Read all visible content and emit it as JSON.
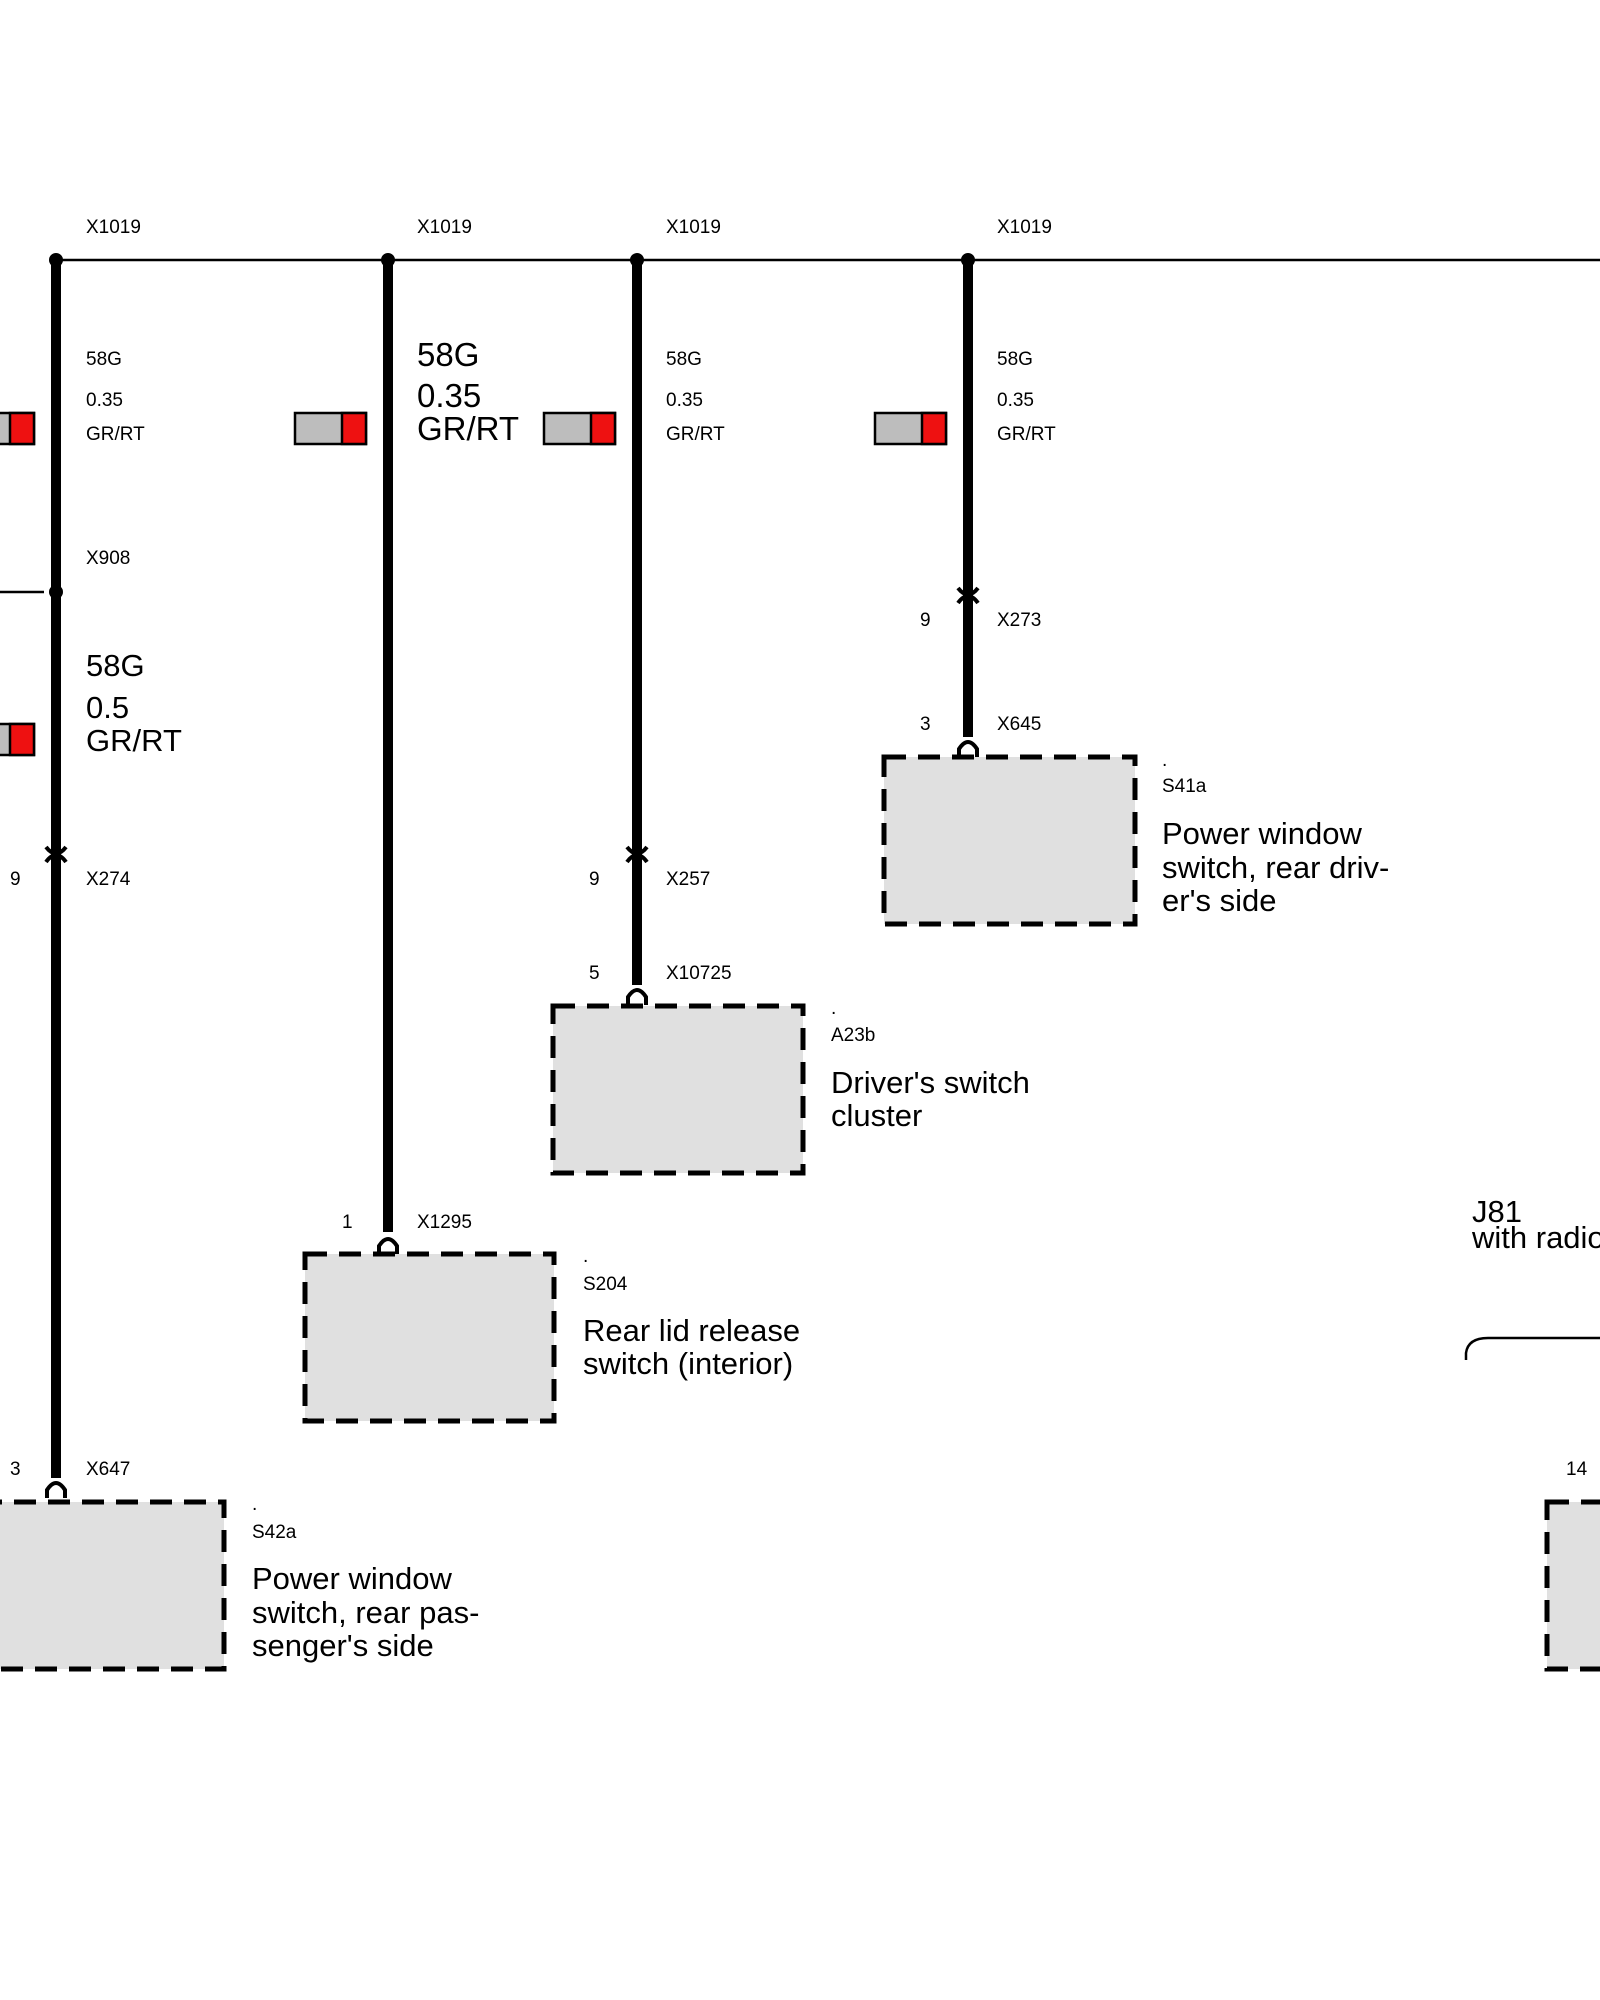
{
  "colors": {
    "wire": "#000000",
    "component_fill": "#e0e0e0",
    "color_code_gray": "#bdbdbd",
    "color_code_red": "#ee1111"
  },
  "connectors": {
    "x1019": "X1019",
    "x908": "X908",
    "x274": "X274",
    "x647": "X647",
    "x1295": "X1295",
    "x257": "X257",
    "x10725": "X10725",
    "x273": "X273",
    "x645": "X645"
  },
  "pins": {
    "x274": "9",
    "x647": "3",
    "x1295": "1",
    "x257": "9",
    "x10725": "5",
    "x273": "9",
    "x645": "3",
    "j81_pin": "14"
  },
  "wires": [
    {
      "id": "58G",
      "size": "0.35",
      "color": "GR/RT"
    },
    {
      "id": "58G",
      "size": "0.35",
      "color": "GR/RT"
    },
    {
      "id": "58G",
      "size": "0.35",
      "color": "GR/RT"
    },
    {
      "id": "58G",
      "size": "0.35",
      "color": "GR/RT"
    },
    {
      "id": "58G",
      "size": "0.5",
      "color": "GR/RT"
    }
  ],
  "components": {
    "s42a": {
      "dot": ".",
      "code": "S42a",
      "desc": [
        "Power window",
        "switch, rear pas-",
        "senger's side"
      ]
    },
    "s204": {
      "dot": ".",
      "code": "S204",
      "desc": [
        "Rear lid release",
        "switch (interior)"
      ]
    },
    "a23b": {
      "dot": ".",
      "code": "A23b",
      "desc": [
        "Driver's switch",
        "cluster"
      ]
    },
    "s41a": {
      "dot": ".",
      "code": "S41a",
      "desc": [
        "Power window",
        "switch, rear driv-",
        "er's side"
      ]
    }
  },
  "j81": {
    "code": "J81",
    "desc": "with radio"
  }
}
